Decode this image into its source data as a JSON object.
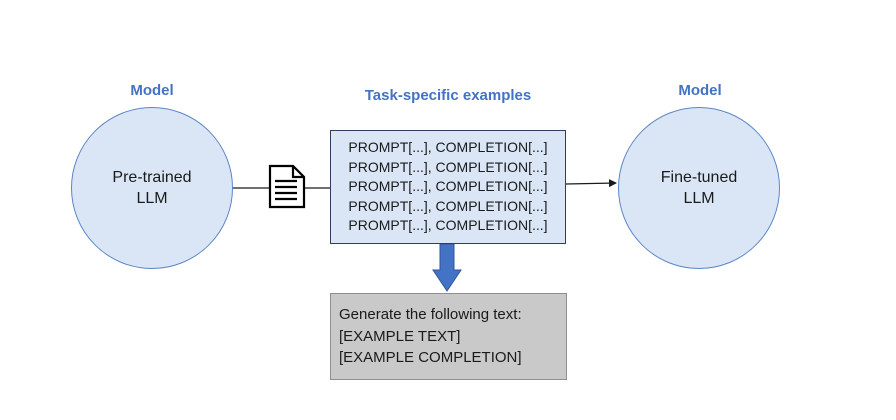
{
  "left_model": {
    "heading": "Model",
    "lines": [
      "Pre-trained",
      "LLM"
    ]
  },
  "right_model": {
    "heading": "Model",
    "lines": [
      "Fine-tuned",
      "LLM"
    ]
  },
  "examples": {
    "heading": "Task-specific examples",
    "rows": [
      "PROMPT[...], COMPLETION[...]",
      "PROMPT[...], COMPLETION[...]",
      "PROMPT[...], COMPLETION[...]",
      "PROMPT[...], COMPLETION[...]",
      "PROMPT[...], COMPLETION[...]"
    ]
  },
  "prompt_template": {
    "lines": [
      "Generate the following text:",
      "[EXAMPLE TEXT]",
      "[EXAMPLE COMPLETION]"
    ]
  },
  "icons": {
    "document": "document-icon",
    "down_arrow": "down-arrow-icon"
  },
  "colors": {
    "heading": "#4472c4",
    "circle_fill": "#dae6f5",
    "circle_stroke": "#5b86c7",
    "examples_fill": "#dae6f5",
    "examples_stroke": "#2f3f5c",
    "arrow_fill": "#4472c4",
    "prompt_fill": "#c9c9c9",
    "prompt_stroke": "#8f8f8f"
  }
}
